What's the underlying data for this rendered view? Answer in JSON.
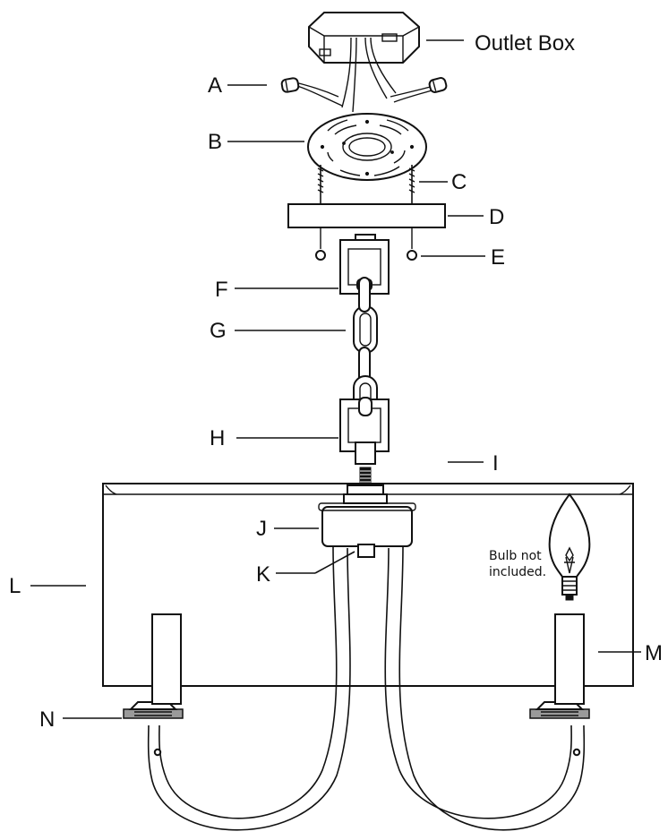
{
  "title": "",
  "callouts": {
    "outlet_box": "Outlet  Box",
    "a": "A",
    "b": "B",
    "c": "C",
    "d": "D",
    "e": "E",
    "f": "F",
    "g": "G",
    "h": "H",
    "i": "I",
    "j": "J",
    "k": "K",
    "l": "L",
    "m": "M",
    "n": "N"
  },
  "note": {
    "bulb_line1": "Bulb not",
    "bulb_line2": "included."
  },
  "colors": {
    "ink": "#111111",
    "paper": "#ffffff",
    "shade": "#9a9a9a"
  }
}
